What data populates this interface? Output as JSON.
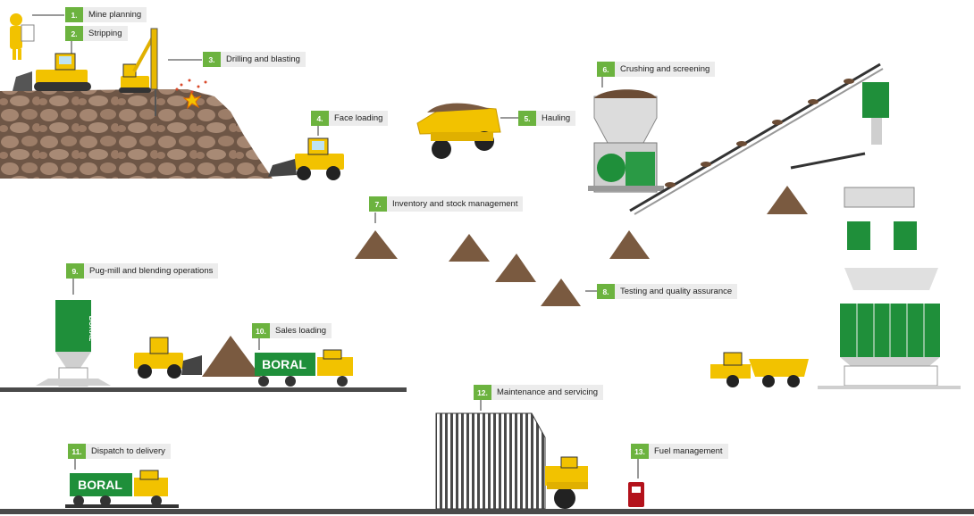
{
  "steps": [
    {
      "num": "1.",
      "label": "Mine planning"
    },
    {
      "num": "2.",
      "label": "Stripping"
    },
    {
      "num": "3.",
      "label": "Drilling and blasting"
    },
    {
      "num": "4.",
      "label": "Face loading"
    },
    {
      "num": "5.",
      "label": "Hauling"
    },
    {
      "num": "6.",
      "label": "Crushing and screening"
    },
    {
      "num": "7.",
      "label": "Inventory and stock management"
    },
    {
      "num": "8.",
      "label": "Testing and quality assurance"
    },
    {
      "num": "9.",
      "label": "Pug-mill and blending operations"
    },
    {
      "num": "10.",
      "label": "Sales loading"
    },
    {
      "num": "11.",
      "label": "Dispatch to delivery"
    },
    {
      "num": "12.",
      "label": "Maintenance and servicing"
    },
    {
      "num": "13.",
      "label": "Fuel management"
    }
  ],
  "brand": {
    "name": "BORAL",
    "green": "#1f8f3a",
    "accent": "#6cb33f",
    "machine_yellow": "#f2c200",
    "earth": "#8a6a4f"
  }
}
